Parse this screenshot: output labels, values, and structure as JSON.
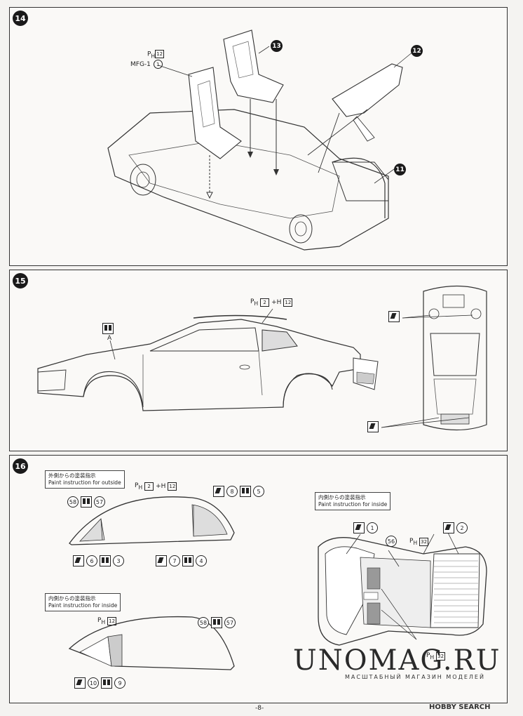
{
  "steps": {
    "s14": {
      "number": "14",
      "callouts": [
        "13",
        "12",
        "11"
      ],
      "paint_h": "12",
      "mfg": "MFG-1",
      "mfg_num": "1"
    },
    "s15": {
      "number": "15",
      "paint_h1": "2",
      "paint_h2": "12",
      "label_a": "A"
    },
    "s16": {
      "number": "16",
      "outside_jp": "外側からの塗装指示",
      "outside_en": "Paint instruction for outside",
      "inside_jp": "内側からの塗装指示",
      "inside_en": "Paint instruction for inside",
      "inside2_jp": "内側からの塗装指示",
      "inside2_en": "Paint instruction for inside",
      "h2": "2",
      "h12": "12",
      "h12b": "12",
      "h32": "32",
      "h32b": "32",
      "masks": {
        "m58": "58",
        "m57": "57",
        "m8": "8",
        "m5": "5",
        "m6": "6",
        "m3": "3",
        "m7": "7",
        "m4": "4",
        "m58b": "58",
        "m57b": "57",
        "m10": "10",
        "m9": "9",
        "m1": "1",
        "m2": "2",
        "m56": "56"
      }
    }
  },
  "watermark": {
    "title": "UNOMAG.RU",
    "subtitle": "МАСШТАБНЫЙ МАГАЗИН МОДЕЛЕЙ"
  },
  "footer": {
    "page": "-8-",
    "brand": "HOBBY SEARCH"
  }
}
